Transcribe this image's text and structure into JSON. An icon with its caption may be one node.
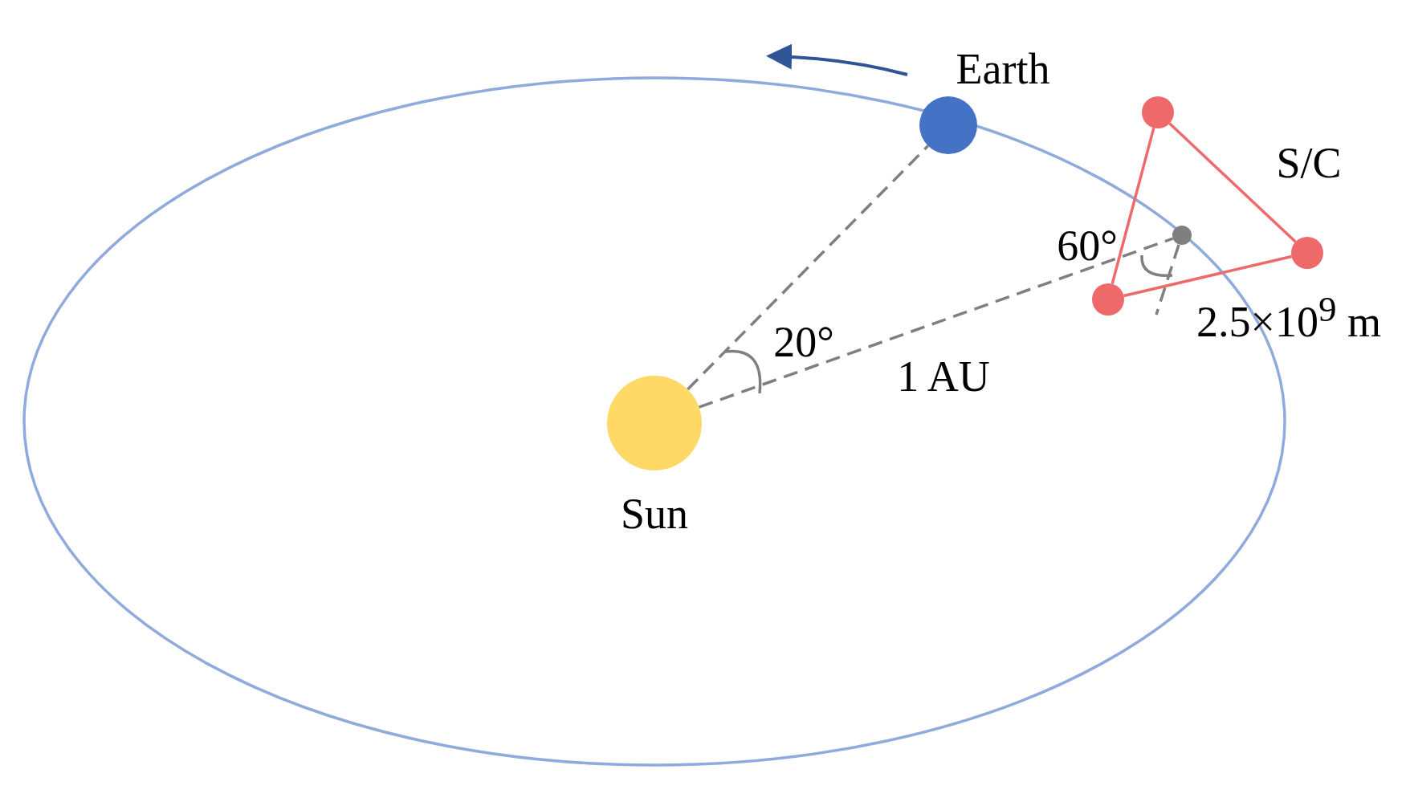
{
  "diagram": {
    "nodes": [
      {
        "text": [
          "Sun"
        ]
      },
      {
        "text": [
          "Earth"
        ]
      },
      {
        "text": [],
        "shape": "circle"
      },
      {
        "text": [],
        "shape": "circle"
      },
      {
        "text": [],
        "shape": "circle"
      },
      {
        "text": [],
        "shape": "circle"
      }
    ],
    "edges": [
      {
        "from": 0,
        "to": 1,
        "arrow": "none",
        "style": "dashed",
        "color": "#7f7f7f"
      },
      {
        "from": 0,
        "to": 4,
        "arrow": "none",
        "style": "dashed",
        "color": "#7f7f7f"
      },
      {
        "from": 2,
        "to": 3,
        "arrow": "none",
        "color": "#ee6a6a"
      },
      {
        "from": 3,
        "to": 5,
        "arrow": "none",
        "color": "#ee6a6a"
      },
      {
        "from": 5,
        "to": 2,
        "arrow": "none",
        "color": "#ee6a6a"
      }
    ],
    "labels": [
      "S/C",
      "60°",
      "20°",
      "2.5×10$^{9}$ m",
      "1 AU"
    ]
  }
}
